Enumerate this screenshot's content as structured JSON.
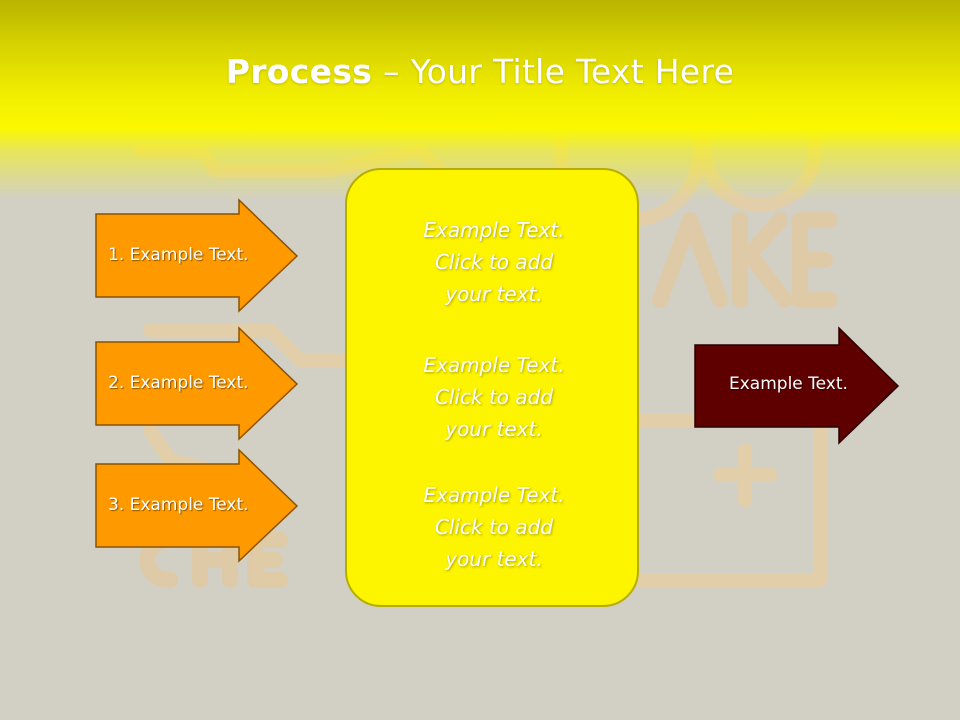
{
  "slide": {
    "title_bold": "Process",
    "title_rest": " – Your Title Text Here",
    "steps": [
      {
        "label": "1. Example Text."
      },
      {
        "label": "2. Example Text."
      },
      {
        "label": "3. Example Text."
      }
    ],
    "center_blocks": [
      {
        "text": "Example Text.\nClick  to add\nyour text."
      },
      {
        "text": "Example Text.\nClick  to add\nyour text."
      },
      {
        "text": "Example Text.\nClick  to add\nyour text."
      }
    ],
    "output": {
      "label": "Example Text."
    }
  },
  "colors": {
    "step_arrow_fill": "#ff9900",
    "step_arrow_border": "#8a5200",
    "output_arrow_fill": "#5e0000",
    "output_arrow_border": "#2a0000",
    "panel_fill": "#fdf400",
    "title_band": "#f2ee00",
    "background": "#d2d0c4"
  }
}
